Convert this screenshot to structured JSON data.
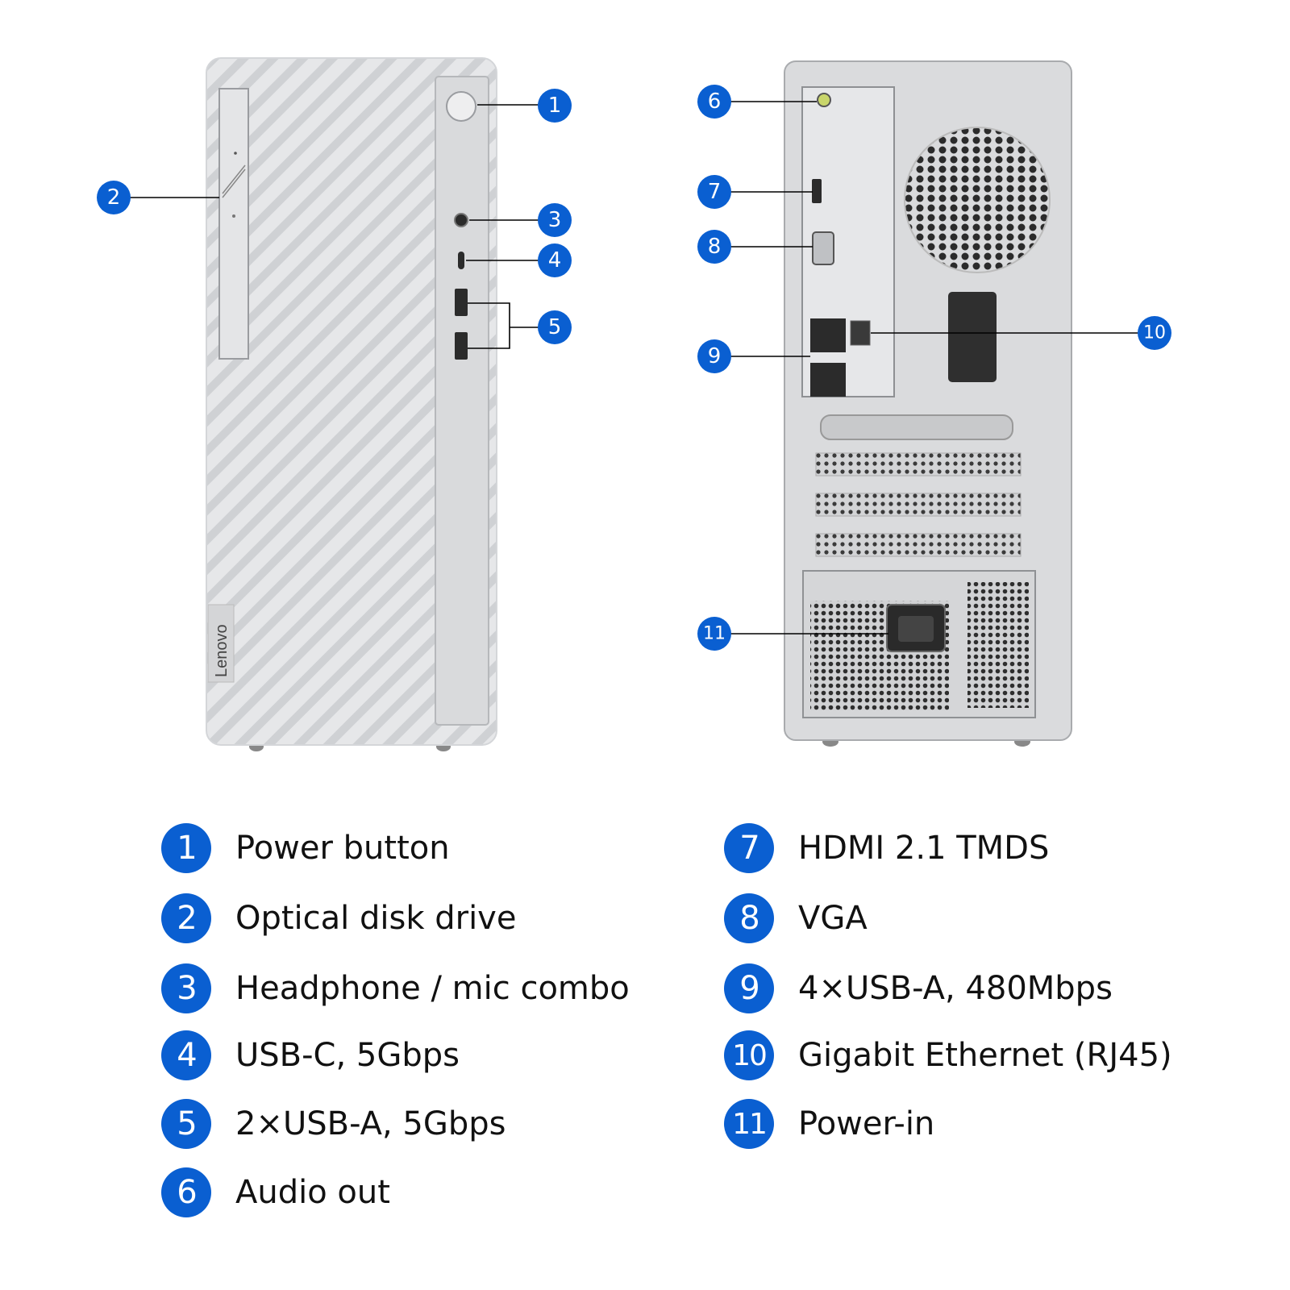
{
  "colors": {
    "accent": "#0a5fd1",
    "case": "#e3e4e6",
    "case_dark": "#c9cbce",
    "metal": "#d6d7d9",
    "text": "#111111"
  },
  "front_view": {
    "brand": "Lenovo"
  },
  "callouts": [
    {
      "number": "1",
      "label": "Power button"
    },
    {
      "number": "2",
      "label": "Optical disk drive"
    },
    {
      "number": "3",
      "label": "Headphone / mic combo"
    },
    {
      "number": "4",
      "label": "USB-C, 5Gbps"
    },
    {
      "number": "5",
      "label": "2×USB-A, 5Gbps"
    },
    {
      "number": "6",
      "label": "Audio out"
    },
    {
      "number": "7",
      "label": "HDMI 2.1 TMDS"
    },
    {
      "number": "8",
      "label": "VGA"
    },
    {
      "number": "9",
      "label": "4×USB-A, 480Mbps"
    },
    {
      "number": "10",
      "label": "Gigabit Ethernet (RJ45)"
    },
    {
      "number": "11",
      "label": "Power-in"
    }
  ]
}
